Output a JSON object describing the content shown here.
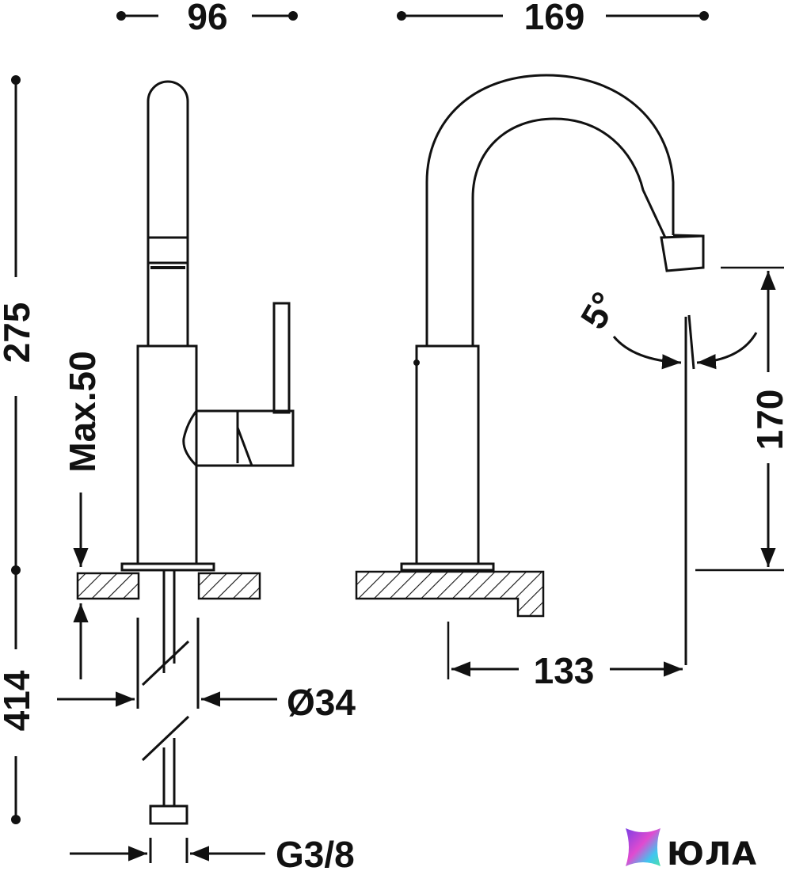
{
  "dimensions": {
    "width_front": "96",
    "width_side": "169",
    "height_total": "275",
    "max_thickness": "Max.50",
    "pipe_length": "414",
    "body_diameter": "Ø34",
    "connection": "G3/8",
    "spout_reach": "133",
    "spout_height": "170",
    "angle": "5°"
  },
  "logo": {
    "text": "ЮЛА",
    "icon": "star-gradient-icon",
    "colors": [
      "#7b3fe4",
      "#e04bd0",
      "#3fc6f0",
      "#4ee0a8"
    ]
  },
  "colors": {
    "line": "#111111",
    "background": "#ffffff"
  }
}
